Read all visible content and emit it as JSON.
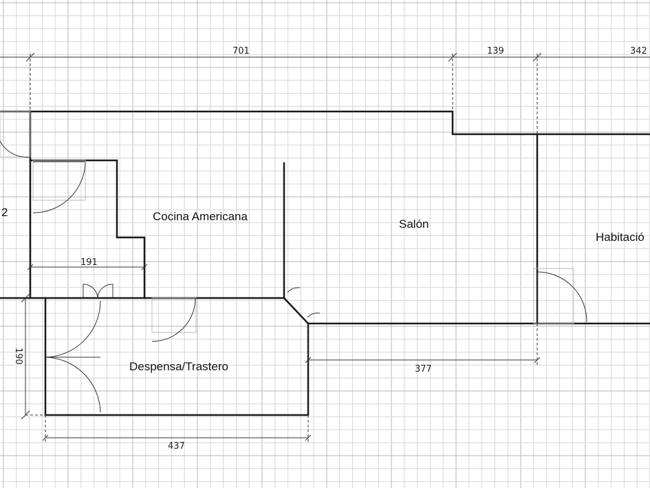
{
  "rooms": {
    "cocina": "Cocina Americana",
    "salon": "Salón",
    "habitacion": "Habitació",
    "despensa": "Despensa/Trastero",
    "partial_left": "2"
  },
  "dimensions": {
    "top_main": "701",
    "top_mid": "139",
    "top_right": "342",
    "cocina_width": "191",
    "right_lower": "377",
    "despensa_height": "190",
    "despensa_width": "437"
  },
  "colors": {
    "grid_minor": "#d6d6d6",
    "grid_major": "#b4b4b4",
    "walls": "#1a1a1a"
  }
}
